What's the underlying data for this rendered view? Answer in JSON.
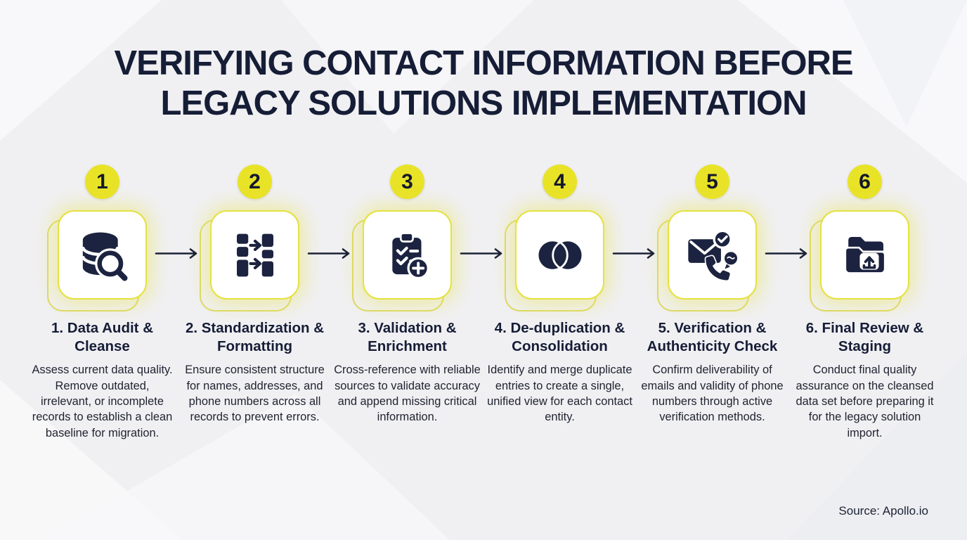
{
  "title": "VERIFYING CONTACT INFORMATION BEFORE LEGACY SOLUTIONS IMPLEMENTATION",
  "source": "Source: Apollo.io",
  "colors": {
    "background": "#f0f0f3",
    "accent_yellow": "#e9e328",
    "box_border_yellow": "#e5e140",
    "navy": "#161d36",
    "icon_navy": "#1c2340"
  },
  "steps": [
    {
      "number": "1",
      "icon": "database-search-icon",
      "title": "1. Data Audit & Cleanse",
      "description": "Assess current data quality. Remove outdated, irrelevant, or incomplete records to establish a clean baseline for migration."
    },
    {
      "number": "2",
      "icon": "standardize-columns-icon",
      "title": "2. Standardization & Formatting",
      "description": "Ensure consistent structure for names, addresses, and phone numbers across all records to prevent errors."
    },
    {
      "number": "3",
      "icon": "clipboard-checklist-add-icon",
      "title": "3. Validation & Enrichment",
      "description": "Cross-reference with reliable sources to validate accuracy and append missing critical information."
    },
    {
      "number": "4",
      "icon": "merge-circles-icon",
      "title": "4. De-duplication & Consolidation",
      "description": "Identify and merge duplicate entries to create a single, unified view for each contact entity."
    },
    {
      "number": "5",
      "icon": "email-phone-verification-icon",
      "title": "5. Verification & Authenticity Check",
      "description": "Confirm deliverability of emails and validity of phone numbers through active verification methods."
    },
    {
      "number": "6",
      "icon": "folder-upload-icon",
      "title": "6. Final Review & Staging",
      "description": "Conduct final quality assurance on the cleansed data set before preparing it for the legacy solution import."
    }
  ]
}
